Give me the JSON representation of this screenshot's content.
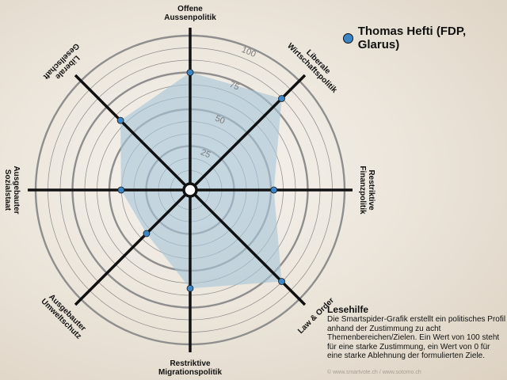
{
  "chart_data": {
    "type": "radar",
    "axes": [
      "Offene Aussenpolitik",
      "Liberale Wirtschaftspolitik",
      "Restriktive Finanzpolitik",
      "Law & Order",
      "Restriktive Migrationspolitik",
      "Ausgebauter Umweltschutz",
      "Ausgebauter Sozialstaat",
      "Liberale Gesellschaft"
    ],
    "axis_label_lines": [
      [
        "Offene",
        "Aussenpolitik"
      ],
      [
        "Liberale",
        "Wirtschaftspolitik"
      ],
      [
        "Restriktive",
        "Finanzpolitik"
      ],
      [
        "Law & Order"
      ],
      [
        "Restriktive",
        "Migrationspolitik"
      ],
      [
        "Ausgebauter",
        "Umweltschutz"
      ],
      [
        "Ausgebauter",
        "Sozialstaat"
      ],
      [
        "Liberale",
        "Gesellschaft"
      ]
    ],
    "series": [
      {
        "name": "Thomas Hefti (FDP, Glarus)",
        "values": [
          75,
          83,
          52,
          83,
          62,
          37,
          42,
          62
        ]
      }
    ],
    "ring_ticks": [
      25,
      50,
      75,
      100
    ],
    "range": [
      0,
      100
    ],
    "colors": {
      "fill": "#a6c5d9",
      "point": "#3d86c6"
    },
    "legend_position": "top-right"
  },
  "legend": {
    "label": "Thomas Hefti (FDP, Glarus)"
  },
  "help": {
    "title": "Lesehilfe",
    "text": "Die Smartspider-Grafik erstellt ein politisches Profil anhand der Zustimmung zu acht Themenbereichen/Zielen. Ein Wert von 100 steht für eine starke Zustimmung, ein Wert von 0 für eine starke Ablehnung der formulierten Ziele."
  },
  "credit": "© www.smartvote.ch / www.sotomo.ch"
}
